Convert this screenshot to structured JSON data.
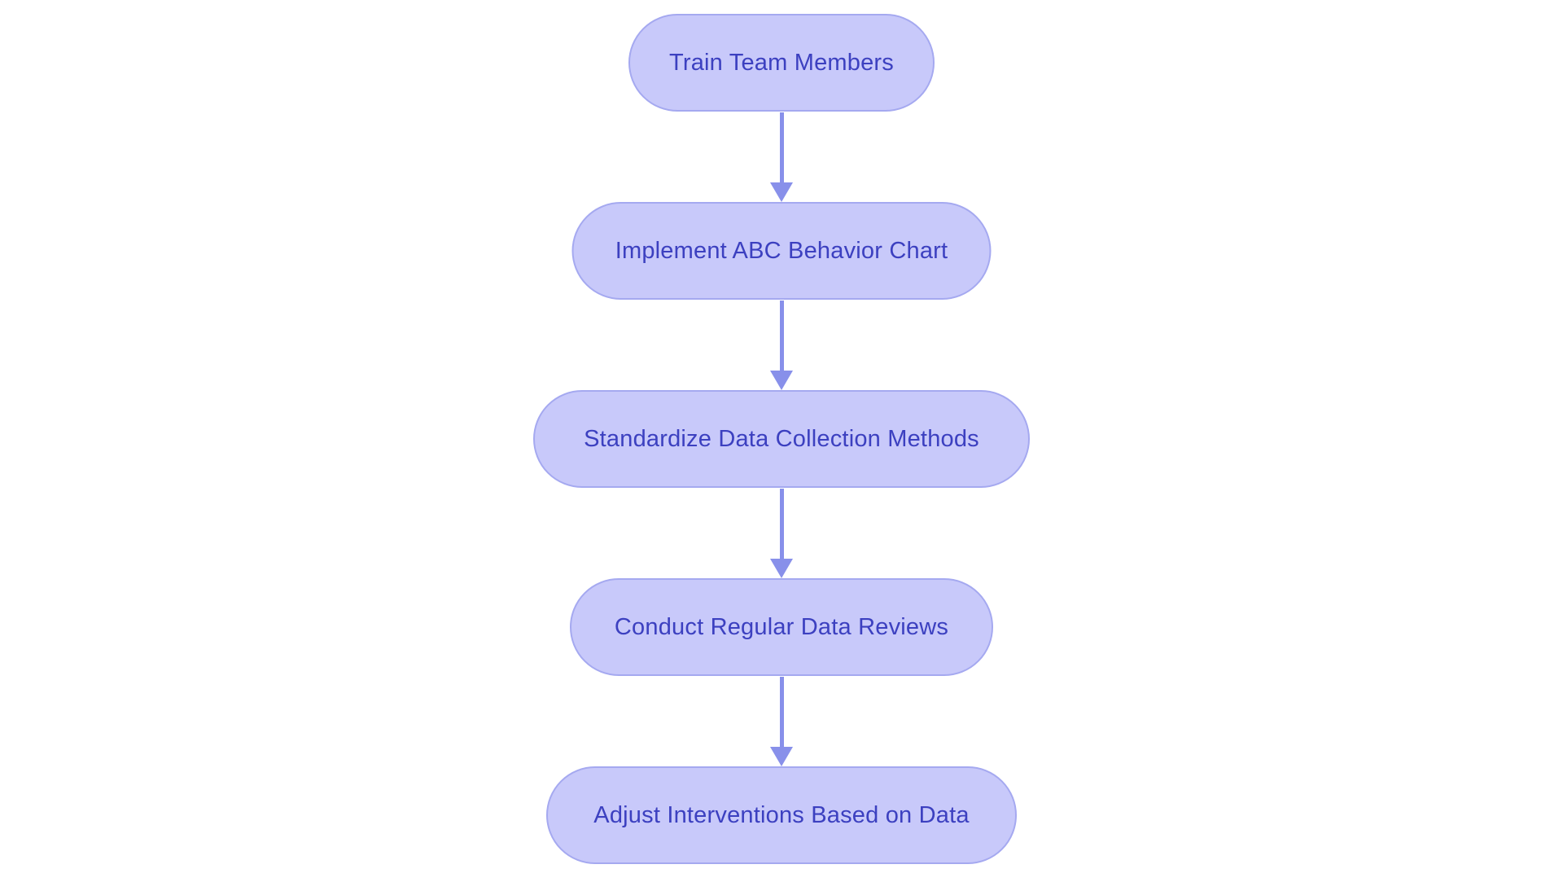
{
  "page": {
    "background": "#ffffff"
  },
  "colors": {
    "page_background": "#ffffff",
    "node_fill": "#c8c9fa",
    "node_border": "#a5a9f0",
    "node_text": "#3c40c0",
    "arrow": "#8890ea"
  },
  "flowchart": {
    "type": "flowchart",
    "direction": "top-down",
    "nodes": [
      {
        "id": "n1",
        "label": "Train Team Members"
      },
      {
        "id": "n2",
        "label": "Implement ABC Behavior Chart"
      },
      {
        "id": "n3",
        "label": "Standardize Data Collection Methods"
      },
      {
        "id": "n4",
        "label": "Conduct Regular Data Reviews"
      },
      {
        "id": "n5",
        "label": "Adjust Interventions Based on Data"
      }
    ],
    "edges": [
      {
        "from": "n1",
        "to": "n2"
      },
      {
        "from": "n2",
        "to": "n3"
      },
      {
        "from": "n3",
        "to": "n4"
      },
      {
        "from": "n4",
        "to": "n5"
      }
    ]
  }
}
